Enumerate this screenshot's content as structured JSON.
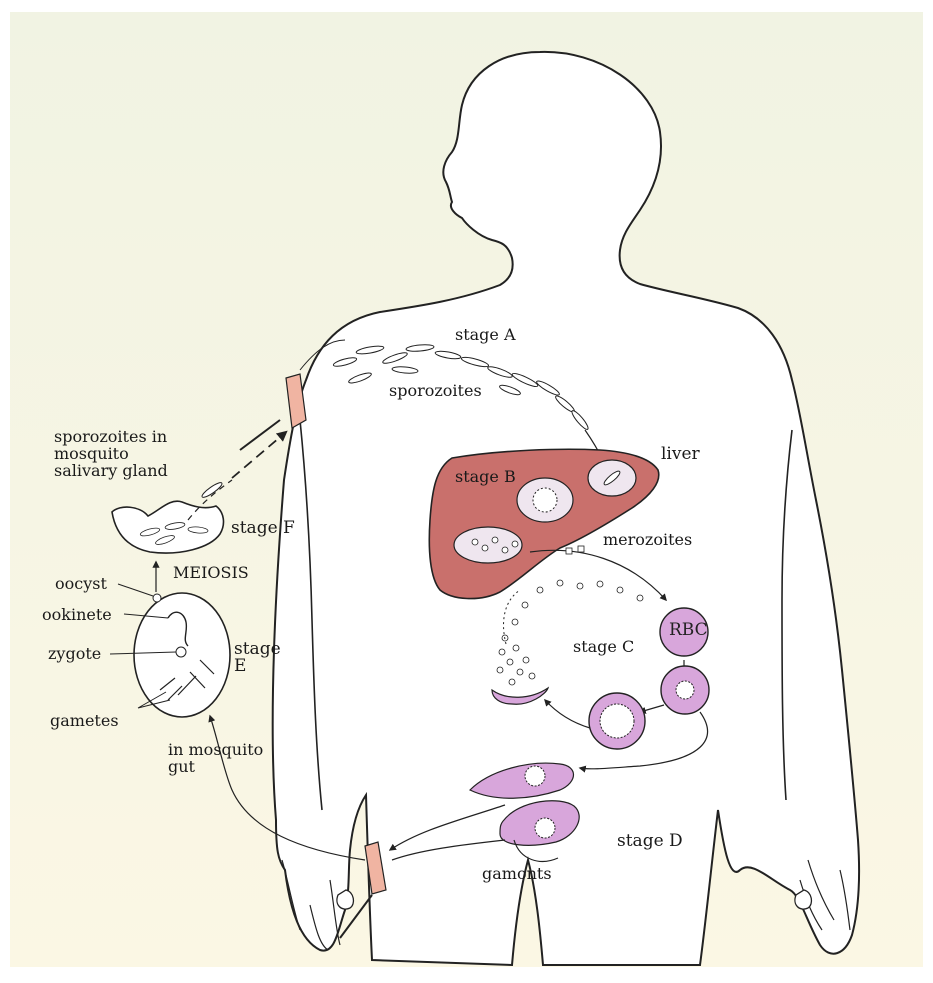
{
  "labels": {
    "stage_a": "stage A",
    "sporozoites": "sporozoites",
    "sporozoites_gland": "sporozoites in\nmosquito\nsalivary gland",
    "liver": "liver",
    "stage_b": "stage B",
    "merozoites": "merozoites",
    "stage_f": "stage F",
    "meiosis": "MEIOSIS",
    "oocyst": "oocyst",
    "ookinete": "ookinete",
    "zygote": "zygote",
    "stage_e": "stage\nE",
    "gametes": "gametes",
    "in_mosquito_gut": "in mosquito\ngut",
    "rbc": "RBC",
    "stage_c": "stage C",
    "stage_d": "stage D",
    "gamonts": "gamonts"
  },
  "colors": {
    "background_top": "#f1f3e3",
    "background_bottom": "#fbf7e4",
    "liver": "#c9706c",
    "blood_cell": "#d8a6db",
    "outline": "#222222",
    "bite_site": "#f0b4a2"
  }
}
